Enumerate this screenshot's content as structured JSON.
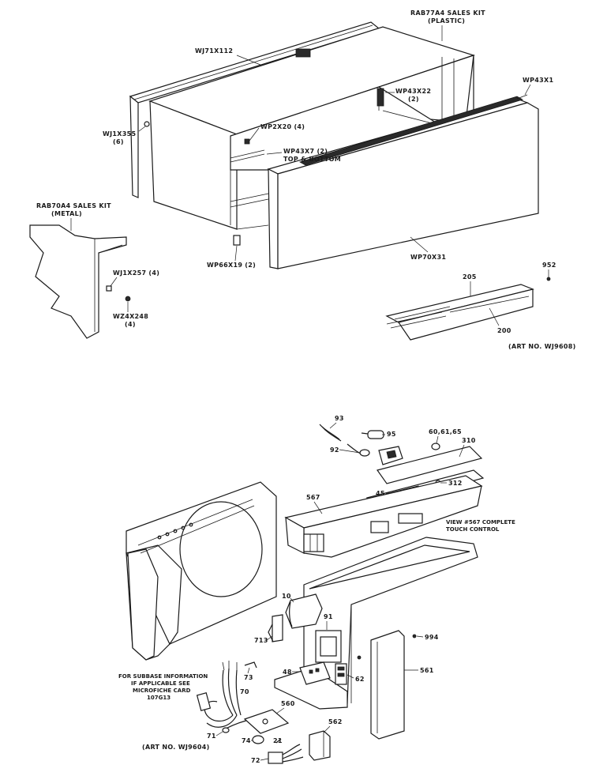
{
  "top_section": {
    "labels": {
      "rab77a4_line1": "RAB77A4 SALES KIT",
      "rab77a4_line2": "(PLASTIC)",
      "wj71x112": "WJ71X112",
      "wp43x1": "WP43X1",
      "wp43x22_line1": "WP43X22",
      "wp43x22_line2": "(2)",
      "wj1x355_line1": "WJ1X355",
      "wj1x355_line2": "(6)",
      "wp2x20": "WP2X20 (4)",
      "wp43x7_line1": "WP43X7 (2)",
      "wp43x7_line2": "TOP & BOTTOM",
      "rab70a4_line1": "RAB70A4 SALES KIT",
      "rab70a4_line2": "(METAL)",
      "wj1x257": "WJ1X257 (4)",
      "wz4x248_line1": "WZ4X248",
      "wz4x248_line2": "(4)",
      "wp66x19": "WP66X19 (2)",
      "wp70x31": "WP70X31",
      "p952": "952",
      "p205": "205",
      "p200": "200",
      "art_top": "(ART NO. WJ9608)"
    }
  },
  "bottom_section": {
    "labels": {
      "p93": "93",
      "p95": "95",
      "p92": "92",
      "p606165": "60,61,65",
      "p310": "310",
      "p567": "567",
      "p312": "312",
      "p45": "45",
      "view567_line1": "VIEW #567  COMPLETE",
      "view567_line2": "TOUCH CONTROL",
      "p10": "10",
      "p91": "91",
      "p994": "994",
      "p713": "713",
      "p561": "561",
      "p48": "48",
      "p62": "62",
      "p73": "73",
      "p70": "70",
      "subbase_line1": "FOR SUBBASE INFORMATION",
      "subbase_line2": "IF APPLICABLE SEE",
      "subbase_line3": "MICROFICHE CARD",
      "subbase_line4": "107G13",
      "p560": "560",
      "p71": "71",
      "p562": "562",
      "p74": "74",
      "p21": "21",
      "p72": "72",
      "art_bottom": "(ART NO. WJ9604)"
    }
  }
}
